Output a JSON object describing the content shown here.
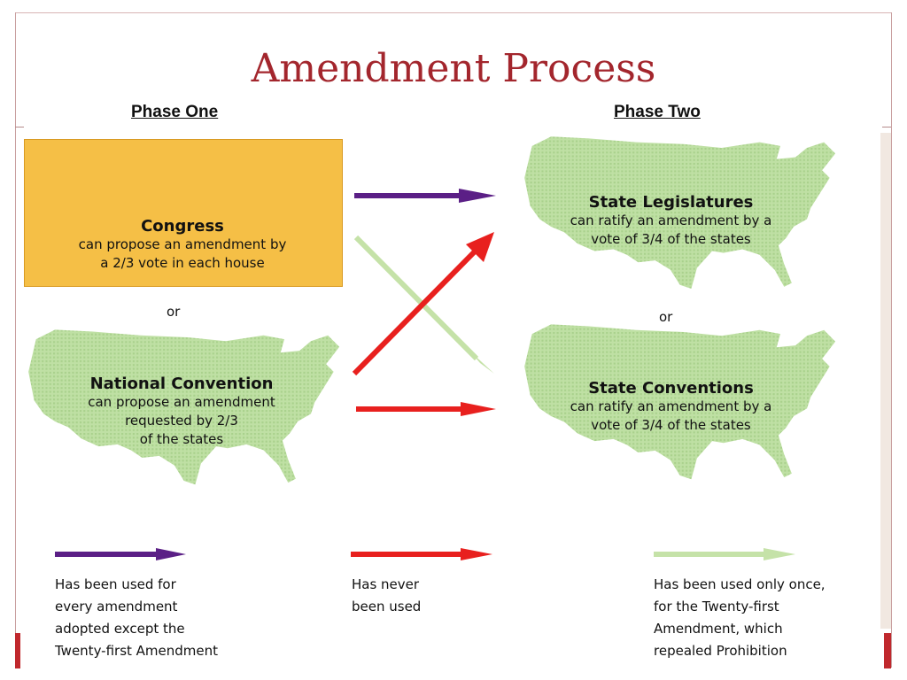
{
  "title": "Amendment Process",
  "phases": {
    "one": "Phase One",
    "two": "Phase Two"
  },
  "congress": {
    "heading": "Congress",
    "lines": [
      "can propose an amendment by",
      "a 2/3 vote in each house"
    ]
  },
  "or_left": "or",
  "national_convention": {
    "heading": "National Convention",
    "lines": [
      "can propose an amendment",
      "requested by 2/3",
      "of the states"
    ]
  },
  "state_legislatures": {
    "heading": "State Legislatures",
    "lines": [
      "can ratify an amendment by a",
      "vote of 3/4 of the states"
    ]
  },
  "or_right": "or",
  "state_conventions": {
    "heading": "State Conventions",
    "lines": [
      "can ratify an amendment by a",
      "vote of 3/4 of the states"
    ]
  },
  "legend": [
    {
      "color": "#5b1f86",
      "lines": [
        "Has been used for",
        "every amendment",
        "adopted except the",
        "Twenty-first Amendment"
      ]
    },
    {
      "color": "#e8201e",
      "lines": [
        "Has never",
        "been used"
      ]
    },
    {
      "color": "#c5e2a8",
      "lines": [
        "Has been used only once,",
        "for the Twenty-first",
        "Amendment, which",
        "repealed Prohibition"
      ]
    }
  ],
  "colors": {
    "title": "#a3262d",
    "map_green": "#bfe0a4",
    "congress_box": "#f5bf46",
    "purple_arrow": "#5b1f86",
    "red_arrow": "#e8201e",
    "green_arrow": "#c5e2a8"
  },
  "icons": [
    "us-map-icon",
    "arrow-right-icon"
  ]
}
